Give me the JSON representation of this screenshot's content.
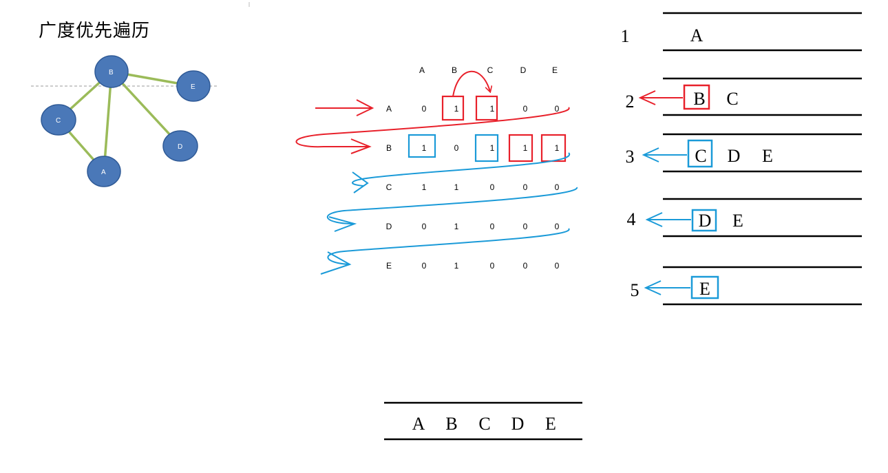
{
  "title": "广度优先遍历",
  "graph": {
    "nodes": [
      {
        "id": "B",
        "label": "B"
      },
      {
        "id": "E",
        "label": "E"
      },
      {
        "id": "C",
        "label": "C"
      },
      {
        "id": "D",
        "label": "D"
      },
      {
        "id": "A",
        "label": "A"
      }
    ],
    "edges": [
      [
        "B",
        "E"
      ],
      [
        "B",
        "C"
      ],
      [
        "B",
        "A"
      ],
      [
        "B",
        "D"
      ],
      [
        "C",
        "A"
      ]
    ],
    "colors": {
      "node": "#4a78b8",
      "node_stroke": "#2f5a96",
      "edge": "#9bbb59"
    }
  },
  "matrix": {
    "col_headers": [
      "A",
      "B",
      "C",
      "D",
      "E"
    ],
    "rows": [
      {
        "label": "A",
        "values": [
          "0",
          "1",
          "1",
          "0",
          "0"
        ]
      },
      {
        "label": "B",
        "values": [
          "1",
          "0",
          "1",
          "1",
          "1"
        ]
      },
      {
        "label": "C",
        "values": [
          "1",
          "1",
          "0",
          "0",
          "0"
        ]
      },
      {
        "label": "D",
        "values": [
          "0",
          "1",
          "0",
          "0",
          "0"
        ]
      },
      {
        "label": "E",
        "values": [
          "0",
          "1",
          "0",
          "0",
          "0"
        ]
      }
    ],
    "colors": {
      "red": "#e8202a",
      "blue": "#1a9ad8"
    }
  },
  "queue_steps": [
    {
      "step": "1",
      "items": [
        "A"
      ]
    },
    {
      "step": "2",
      "items": [
        "B",
        "C"
      ]
    },
    {
      "step": "3",
      "items": [
        "C",
        "D",
        "E"
      ]
    },
    {
      "step": "4",
      "items": [
        "D",
        "E"
      ]
    },
    {
      "step": "5",
      "items": [
        "E"
      ]
    }
  ],
  "result": [
    "A",
    "B",
    "C",
    "D",
    "E"
  ]
}
